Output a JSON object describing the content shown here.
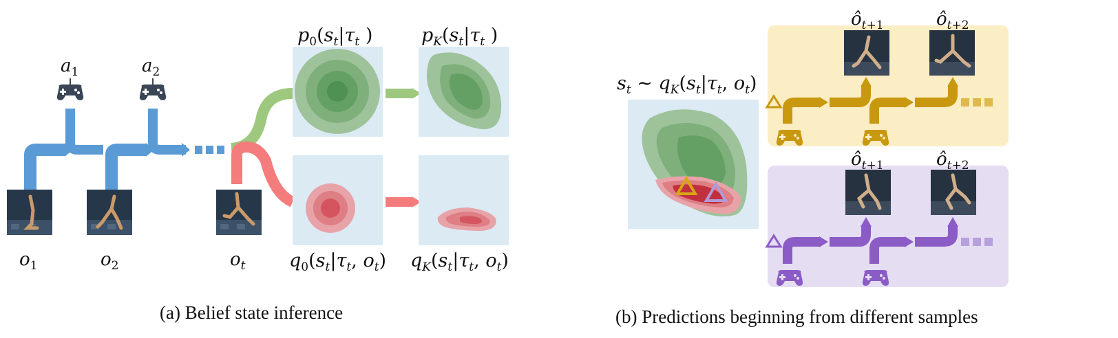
{
  "captions": {
    "a": "(a) Belief state inference",
    "b": "(b) Predictions beginning from different samples"
  },
  "actions": [
    "a1",
    "a2"
  ],
  "observations": [
    "o1",
    "o2",
    "ot"
  ],
  "distributions": {
    "prior_0": "p0(st|τt )",
    "prior_K": "pK(st|τt )",
    "post_0": "q0(st|τt, ot)",
    "post_K": "qK(st|τt, ot)"
  },
  "sample_label": "st ∼ qK(st|τt, ot)",
  "predictions": {
    "top": [
      "ôt+1",
      "ôt+2"
    ],
    "bottom": [
      "ôt+1",
      "ôt+2"
    ]
  },
  "colors": {
    "blue_arrow": "#5b9bd5",
    "green_arrow": "#9dc87e",
    "red_arrow": "#f47c7c",
    "gold": "#c8980f",
    "purple": "#8b5cc6",
    "panel_bg": "#dceaf4",
    "top_panel_bg": "#fbedc4",
    "bottom_panel_bg": "#e5ddf2"
  }
}
